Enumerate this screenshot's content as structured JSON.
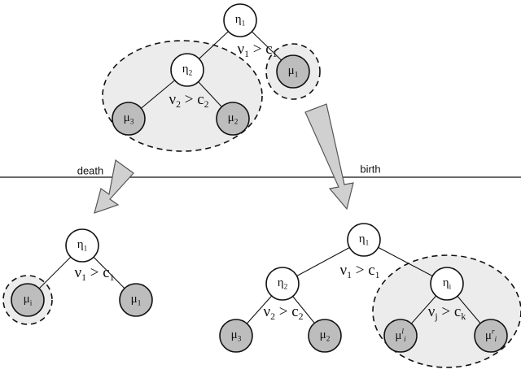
{
  "labels": {
    "death": "death",
    "birth": "birth"
  },
  "top_tree": {
    "root": {
      "sym": "η",
      "sub": "1"
    },
    "root_cond": {
      "lhs": "ν",
      "lhs_sub": "1",
      "op": ">",
      "rhs": "c",
      "rhs_sub": "1"
    },
    "left_child": {
      "sym": "η",
      "sub": "2"
    },
    "left_cond": {
      "lhs": "ν",
      "lhs_sub": "2",
      "op": ">",
      "rhs": "c",
      "rhs_sub": "2"
    },
    "leaf_left": {
      "sym": "μ",
      "sub": "3"
    },
    "leaf_mid": {
      "sym": "μ",
      "sub": "2"
    },
    "leaf_right": {
      "sym": "μ",
      "sub": "1"
    }
  },
  "death_tree": {
    "root": {
      "sym": "η",
      "sub": "1"
    },
    "root_cond": {
      "lhs": "ν",
      "lhs_sub": "1",
      "op": ">",
      "rhs": "c",
      "rhs_sub": "1"
    },
    "leaf_left": {
      "sym": "μ",
      "sub": "i"
    },
    "leaf_right": {
      "sym": "μ",
      "sub": "1"
    }
  },
  "birth_tree": {
    "root": {
      "sym": "η",
      "sub": "1"
    },
    "root_cond": {
      "lhs": "ν",
      "lhs_sub": "1",
      "op": ">",
      "rhs": "c",
      "rhs_sub": "1"
    },
    "left_child": {
      "sym": "η",
      "sub": "2"
    },
    "left_cond": {
      "lhs": "ν",
      "lhs_sub": "2",
      "op": ">",
      "rhs": "c",
      "rhs_sub": "2"
    },
    "leaf_left": {
      "sym": "μ",
      "sub": "3"
    },
    "leaf_mid": {
      "sym": "μ",
      "sub": "2"
    },
    "right_child": {
      "sym": "η",
      "sub": "i"
    },
    "right_cond": {
      "lhs": "ν",
      "lhs_sub": "j",
      "op": ">",
      "rhs": "c",
      "rhs_sub": "k"
    },
    "leaf_l": {
      "sym": "μ",
      "sub": "i",
      "sup": "l"
    },
    "leaf_r": {
      "sym": "μ",
      "sub": "i",
      "sup": "r"
    }
  }
}
